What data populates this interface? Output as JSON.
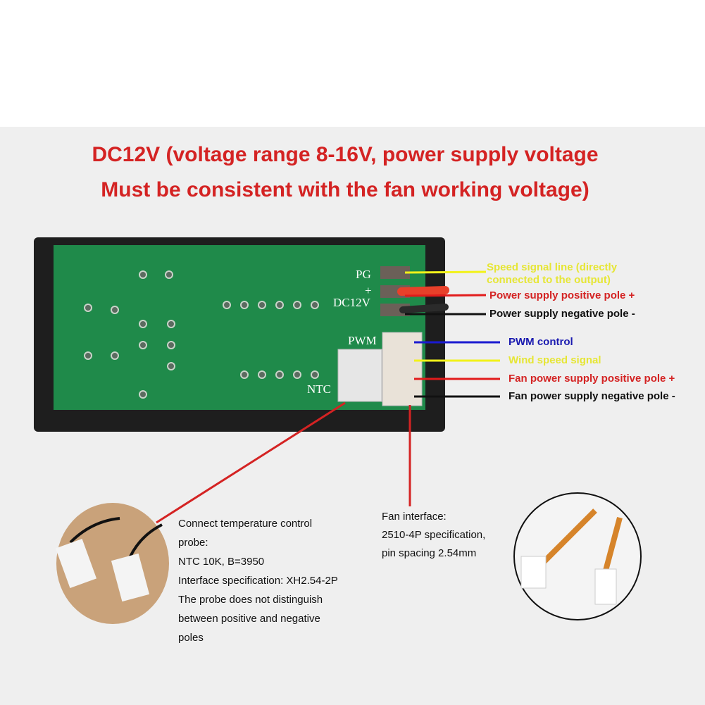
{
  "title": {
    "line1": "DC12V (voltage range 8-16V, power supply voltage",
    "line2": "Must be consistent with the fan working voltage)"
  },
  "board_labels": {
    "pg": "PG",
    "dc12v": "DC12V",
    "plus": "+",
    "pwm": "PWM",
    "ntc": "NTC"
  },
  "pin_labels": [
    {
      "text": "Speed signal line (directly",
      "color": "#e6e635"
    },
    {
      "text": "connected to the output)",
      "color": "#e6e635"
    },
    {
      "text": "Power supply positive pole +",
      "color": "#d42323"
    },
    {
      "text": "Power supply negative pole -",
      "color": "#111111"
    },
    {
      "text": "PWM control",
      "color": "#1a1ab0"
    },
    {
      "text": "Wind speed signal",
      "color": "#e6e635"
    },
    {
      "text": "Fan power supply positive pole +",
      "color": "#d42323"
    },
    {
      "text": "Fan power supply negative pole -",
      "color": "#111111"
    }
  ],
  "probe_description": [
    "Connect temperature control",
    "probe:",
    "NTC 10K, B=3950",
    "Interface specification: XH2.54-2P",
    "The probe does not distinguish",
    "between positive and negative",
    "poles"
  ],
  "fan_description": [
    "Fan interface:",
    "2510-4P specification,",
    "pin spacing 2.54mm"
  ]
}
